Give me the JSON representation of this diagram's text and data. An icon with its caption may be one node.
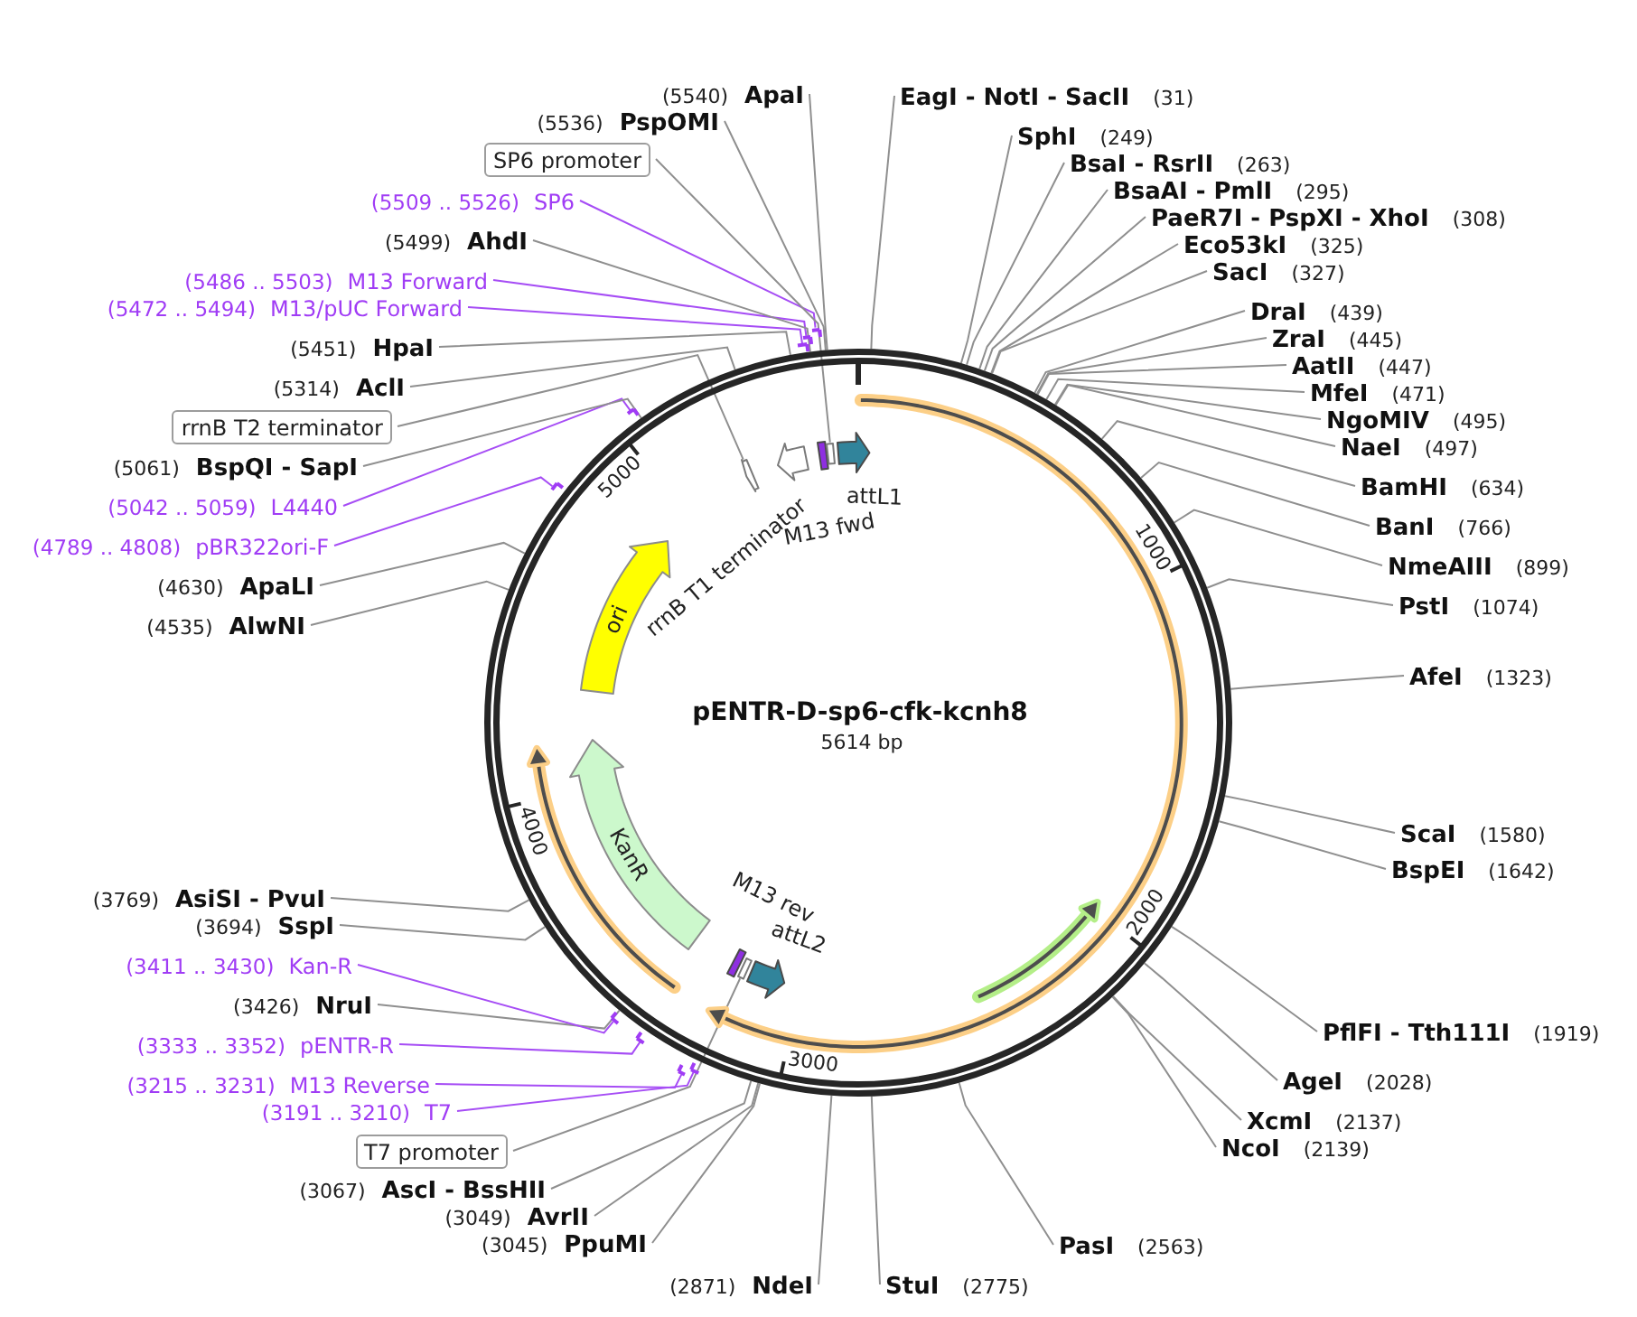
{
  "diagram": {
    "nodes": [
      {
        "text": [
          "pENTR-D-sp6-cfk-kcnh8",
          "5614 bp"
        ]
      },
      {
        "text": [
          "ori"
        ],
        "in": 0
      },
      {
        "text": [
          "KanR"
        ],
        "in": 0
      },
      {
        "text": [
          "attL1"
        ],
        "in": 0
      },
      {
        "text": [
          "attL2"
        ],
        "in": 0
      },
      {
        "text": [
          "M13 fwd"
        ],
        "in": 0
      },
      {
        "text": [
          "M13 rev"
        ],
        "in": 0
      },
      {
        "text": [
          "rrnB T1 terminator"
        ],
        "in": 0
      },
      {
        "text": [],
        "shape": "arrow",
        "in": 0
      },
      {
        "text": [],
        "shape": "arrow",
        "in": 0
      },
      {
        "text": [],
        "shape": "arrow",
        "in": 0
      },
      {
        "text": [],
        "shape": "arrow"
      },
      {
        "text": [],
        "shape": "arrow"
      },
      {
        "text": [],
        "shape": "arrow"
      },
      {
        "text": [],
        "shape": "arrow"
      },
      {
        "text": [],
        "shape": "arrow"
      },
      {
        "text": [],
        "shape": "arrow"
      },
      {
        "text": [],
        "shape": "arrow"
      },
      {
        "text": [],
        "shape": "arrow"
      },
      {
        "text": [],
        "shape": "arrow"
      },
      {
        "text": [
          "EagI - NotI - SacII",
          "(31)"
        ]
      },
      {
        "text": [
          "SphI",
          "(249)"
        ]
      },
      {
        "text": [
          "BsaI - RsrII",
          "(263)"
        ]
      },
      {
        "text": [
          "BsaAI - PmlI",
          "(295)"
        ]
      },
      {
        "text": [
          "PaeR7I - PspXI - XhoI",
          "(308)"
        ]
      },
      {
        "text": [
          "Eco53kI",
          "(325)"
        ]
      },
      {
        "text": [
          "SacI",
          "(327)"
        ]
      },
      {
        "text": [
          "DraI",
          "(439)"
        ]
      },
      {
        "text": [
          "ZraI",
          "(445)"
        ]
      },
      {
        "text": [
          "AatII",
          "(447)"
        ]
      },
      {
        "text": [
          "MfeI",
          "(471)"
        ]
      },
      {
        "text": [
          "NgoMIV",
          "(495)"
        ]
      },
      {
        "text": [
          "NaeI",
          "(497)"
        ]
      },
      {
        "text": [
          "BamHI",
          "(634)"
        ]
      },
      {
        "text": [
          "BanI",
          "(766)"
        ]
      },
      {
        "text": [
          "NmeAIII",
          "(899)"
        ]
      },
      {
        "text": [
          "PstI",
          "(1074)"
        ]
      },
      {
        "text": [
          "AfeI",
          "(1323)"
        ]
      },
      {
        "text": [
          "ScaI",
          "(1580)"
        ]
      },
      {
        "text": [
          "BspEI",
          "(1642)"
        ]
      },
      {
        "text": [
          "PflFI - Tth111I",
          "(1919)"
        ]
      },
      {
        "text": [
          "AgeI",
          "(2028)"
        ]
      },
      {
        "text": [
          "XcmI",
          "(2137)"
        ]
      },
      {
        "text": [
          "NcoI",
          "(2139)"
        ]
      },
      {
        "text": [
          "PasI",
          "(2563)"
        ]
      },
      {
        "text": [
          "StuI",
          "(2775)"
        ]
      },
      {
        "text": [
          "(2871)",
          "NdeI"
        ]
      },
      {
        "text": [
          "(3045)",
          "PpuMI"
        ]
      },
      {
        "text": [
          "(3049)",
          "AvrII"
        ]
      },
      {
        "text": [
          "(3067)",
          "AscI - BssHII"
        ]
      },
      {
        "text": [
          "T7 promoter"
        ]
      },
      {
        "text": [
          "(3191 .. 3210)",
          "T7"
        ]
      },
      {
        "text": [
          "(3215 .. 3231)",
          "M13 Reverse"
        ]
      },
      {
        "text": [
          "(3333 .. 3352)",
          "pENTR-R"
        ]
      },
      {
        "text": [
          "(3426)",
          "NruI"
        ]
      },
      {
        "text": [
          "(3411 .. 3430)",
          "Kan-R"
        ]
      },
      {
        "text": [
          "(3694)",
          "SspI"
        ]
      },
      {
        "text": [
          "(3769)",
          "AsiSI - PvuI"
        ]
      },
      {
        "text": [
          "(4535)",
          "AlwNI"
        ]
      },
      {
        "text": [
          "(4630)",
          "ApaLI"
        ]
      },
      {
        "text": [
          "(4789 .. 4808)",
          "pBR322ori-F"
        ]
      },
      {
        "text": [
          "(5042 .. 5059)",
          "L4440"
        ]
      },
      {
        "text": [
          "(5061)",
          "BspQI - SapI"
        ]
      },
      {
        "text": [
          "rrnB T2 terminator"
        ]
      },
      {
        "text": [
          "(5314)",
          "AclI"
        ]
      },
      {
        "text": [
          "(5451)",
          "HpaI"
        ]
      },
      {
        "text": [
          "(5472 .. 5494)",
          "M13/pUC Forward"
        ]
      },
      {
        "text": [
          "(5486 .. 5503)",
          "M13 Forward"
        ]
      },
      {
        "text": [
          "(5499)",
          "AhdI"
        ]
      },
      {
        "text": [
          "(5509 .. 5526)",
          "SP6"
        ]
      },
      {
        "text": [
          "SP6 promoter"
        ]
      },
      {
        "text": [
          "(5536)",
          "PspOMI"
        ]
      },
      {
        "text": [
          "(5540)",
          "ApaI"
        ]
      }
    ],
    "edges": [
      {
        "from": 20,
        "to": 0,
        "arrow": "none"
      },
      {
        "from": 21,
        "to": 0,
        "arrow": "none"
      },
      {
        "from": 22,
        "to": 0,
        "arrow": "none"
      },
      {
        "from": 23,
        "to": 0,
        "arrow": "none"
      },
      {
        "from": 24,
        "to": 0,
        "arrow": "none"
      },
      {
        "from": 25,
        "to": 0,
        "arrow": "none"
      },
      {
        "from": 26,
        "to": 0,
        "arrow": "none"
      },
      {
        "from": 27,
        "to": 0,
        "arrow": "none"
      },
      {
        "from": 28,
        "to": 0,
        "arrow": "none"
      },
      {
        "from": 29,
        "to": 0,
        "arrow": "none"
      },
      {
        "from": 30,
        "to": 0,
        "arrow": "none"
      },
      {
        "from": 31,
        "to": 0,
        "arrow": "none"
      },
      {
        "from": 32,
        "to": 0,
        "arrow": "none"
      },
      {
        "from": 33,
        "to": 0,
        "arrow": "none"
      },
      {
        "from": 34,
        "to": 0,
        "arrow": "none"
      },
      {
        "from": 35,
        "to": 0,
        "arrow": "none"
      },
      {
        "from": 36,
        "to": 0,
        "arrow": "none"
      },
      {
        "from": 37,
        "to": 0,
        "arrow": "none"
      },
      {
        "from": 38,
        "to": 0,
        "arrow": "none"
      },
      {
        "from": 39,
        "to": 0,
        "arrow": "none"
      },
      {
        "from": 40,
        "to": 0,
        "arrow": "none"
      },
      {
        "from": 41,
        "to": 0,
        "arrow": "none"
      },
      {
        "from": 42,
        "to": 0,
        "arrow": "none"
      },
      {
        "from": 43,
        "to": 0,
        "arrow": "none"
      },
      {
        "from": 44,
        "to": 0,
        "arrow": "none"
      },
      {
        "from": 45,
        "to": 0,
        "arrow": "none"
      },
      {
        "from": 46,
        "to": 0,
        "arrow": "none"
      },
      {
        "from": 47,
        "to": 0,
        "arrow": "none"
      },
      {
        "from": 48,
        "to": 0,
        "arrow": "none"
      },
      {
        "from": 49,
        "to": 0,
        "arrow": "none"
      },
      {
        "from": 50,
        "to": 10,
        "arrow": "none"
      },
      {
        "from": 51,
        "to": 19,
        "arrow": "none",
        "color": "#a64df5"
      },
      {
        "from": 52,
        "to": 18,
        "arrow": "none",
        "color": "#a64df5"
      },
      {
        "from": 53,
        "to": 17,
        "arrow": "none",
        "color": "#a64df5"
      },
      {
        "from": 54,
        "to": 0,
        "arrow": "none"
      },
      {
        "from": 55,
        "to": 16,
        "arrow": "none",
        "color": "#a64df5"
      },
      {
        "from": 56,
        "to": 0,
        "arrow": "none"
      },
      {
        "from": 57,
        "to": 0,
        "arrow": "none"
      },
      {
        "from": 58,
        "to": 0,
        "arrow": "none"
      },
      {
        "from": 59,
        "to": 0,
        "arrow": "none"
      },
      {
        "from": 60,
        "to": 15,
        "arrow": "none",
        "color": "#a64df5"
      },
      {
        "from": 61,
        "to": 14,
        "arrow": "none",
        "color": "#a64df5"
      },
      {
        "from": 62,
        "to": 0,
        "arrow": "none"
      },
      {
        "from": 63,
        "to": 9,
        "arrow": "none"
      },
      {
        "from": 64,
        "to": 0,
        "arrow": "none"
      },
      {
        "from": 65,
        "to": 0,
        "arrow": "none"
      },
      {
        "from": 66,
        "to": 13,
        "arrow": "none",
        "color": "#a64df5"
      },
      {
        "from": 67,
        "to": 12,
        "arrow": "none",
        "color": "#a64df5"
      },
      {
        "from": 68,
        "to": 0,
        "arrow": "none"
      },
      {
        "from": 69,
        "to": 11,
        "arrow": "none",
        "color": "#a64df5"
      },
      {
        "from": 70,
        "to": 8,
        "arrow": "none"
      },
      {
        "from": 71,
        "to": 0,
        "arrow": "none"
      },
      {
        "from": 72,
        "to": 0,
        "arrow": "none"
      }
    ],
    "labels": [
      "1000",
      "2000",
      "3000",
      "4000",
      "5000"
    ]
  }
}
